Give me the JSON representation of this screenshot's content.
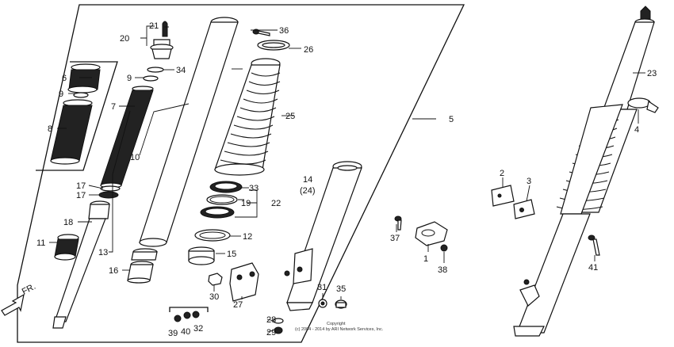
{
  "callouts": {
    "c1": "1",
    "c2": "2",
    "c3": "3",
    "c4": "4",
    "c5": "5",
    "c6": "6",
    "c7": "7",
    "c8": "8",
    "c9a": "9",
    "c9b": "9",
    "c10": "10",
    "c11": "11",
    "c12": "12",
    "c13": "13",
    "c14": "14",
    "c14b": "(24)",
    "c15": "15",
    "c16": "16",
    "c17a": "17",
    "c17b": "17",
    "c18": "18",
    "c19": "19",
    "c20": "20",
    "c21": "21",
    "c22": "22",
    "c23": "23",
    "c25": "25",
    "c26": "26",
    "c27": "27",
    "c28": "28",
    "c29": "29",
    "c30": "30",
    "c31": "31",
    "c32": "32",
    "c33": "33",
    "c34": "34",
    "c35": "35",
    "c36": "36",
    "c37": "37",
    "c38": "38",
    "c39": "39",
    "c40": "40",
    "c41": "41"
  },
  "direction_label": "FR.",
  "copyright": [
    "Copyright",
    "(c) 2004 - 2014 by ARI Network Services, Inc."
  ]
}
